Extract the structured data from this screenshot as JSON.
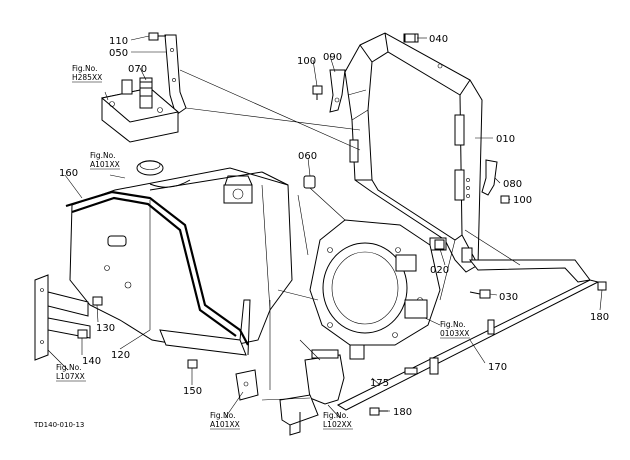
{
  "parts": [
    {
      "id": "p010",
      "label": "010"
    },
    {
      "id": "p020",
      "label": "020"
    },
    {
      "id": "p030",
      "label": "030"
    },
    {
      "id": "p040",
      "label": "040"
    },
    {
      "id": "p050",
      "label": "050"
    },
    {
      "id": "p060",
      "label": "060"
    },
    {
      "id": "p070",
      "label": "070"
    },
    {
      "id": "p080",
      "label": "080"
    },
    {
      "id": "p090",
      "label": "090"
    },
    {
      "id": "p100a",
      "label": "100"
    },
    {
      "id": "p100b",
      "label": "100"
    },
    {
      "id": "p110",
      "label": "110"
    },
    {
      "id": "p120",
      "label": "120"
    },
    {
      "id": "p130",
      "label": "130"
    },
    {
      "id": "p140",
      "label": "140"
    },
    {
      "id": "p150",
      "label": "150"
    },
    {
      "id": "p160",
      "label": "160"
    },
    {
      "id": "p170",
      "label": "170"
    },
    {
      "id": "p175",
      "label": "175"
    },
    {
      "id": "p180a",
      "label": "180"
    },
    {
      "id": "p180b",
      "label": "180"
    }
  ],
  "fig_refs": [
    {
      "id": "h285",
      "title": "Fig.No.",
      "code": "H285XX"
    },
    {
      "id": "a101top",
      "title": "Fig.No.",
      "code": "A101XX"
    },
    {
      "id": "o103",
      "title": "Fig.No.",
      "code": "0103XX"
    },
    {
      "id": "l107",
      "title": "Fig.No.",
      "code": "L107XX"
    },
    {
      "id": "a101bottom",
      "title": "Fig.No.",
      "code": "A101XX"
    },
    {
      "id": "l102",
      "title": "Fig.No.",
      "code": "L102XX"
    }
  ],
  "drawing_ref": "TD140-010-13"
}
